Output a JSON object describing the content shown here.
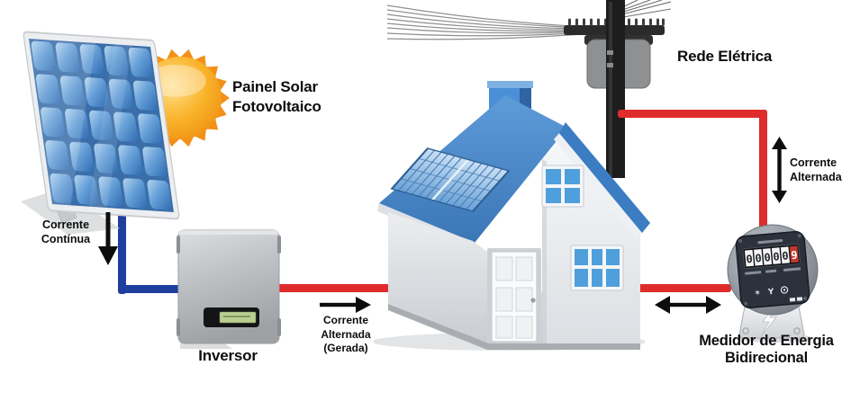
{
  "labels": {
    "panel_line1": "Painel Solar",
    "panel_line2": "Fotovoltaico",
    "inverter": "Inversor",
    "grid": "Rede Elétrica",
    "meter_line1": "Medidor de Energia",
    "meter_line2": "Bidirecional",
    "dc_line1": "Corrente",
    "dc_line2": "Contínua",
    "ac_gen_line1": "Corrente",
    "ac_gen_line2": "Alternada",
    "ac_gen_line3": "(Gerada)",
    "ac_grid_line1": "Corrente",
    "ac_grid_line2": "Alternada"
  },
  "meter": {
    "digits": [
      "0",
      "0",
      "0",
      "0",
      "0",
      "9"
    ]
  },
  "colors": {
    "dc_wire": "#1e3f9e",
    "ac_wire": "#df2c2c",
    "roof_blue": "#4586ca",
    "sun_orange": "#f6a21c",
    "text": "#0d0d0d"
  }
}
